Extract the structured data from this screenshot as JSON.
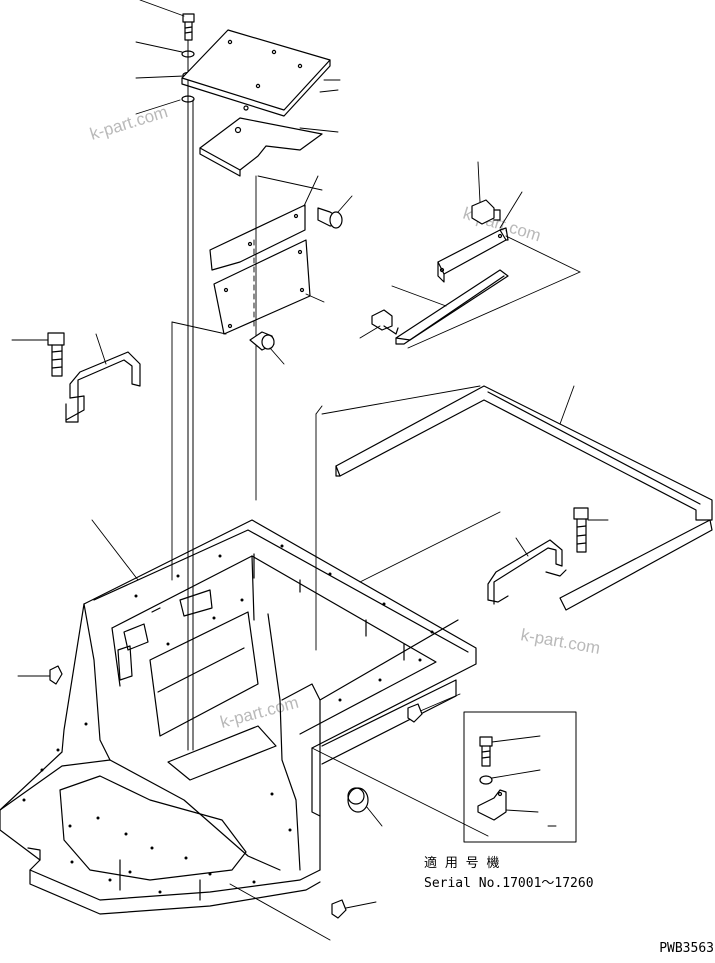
{
  "watermarks": [
    "k-part.com",
    "k-part.com",
    "k-part.com",
    "k-part.com"
  ],
  "inset": {
    "title_jp": "適 用 号 機",
    "serial": "Serial No.17001～17260"
  },
  "drawing_number": "PWB3563"
}
